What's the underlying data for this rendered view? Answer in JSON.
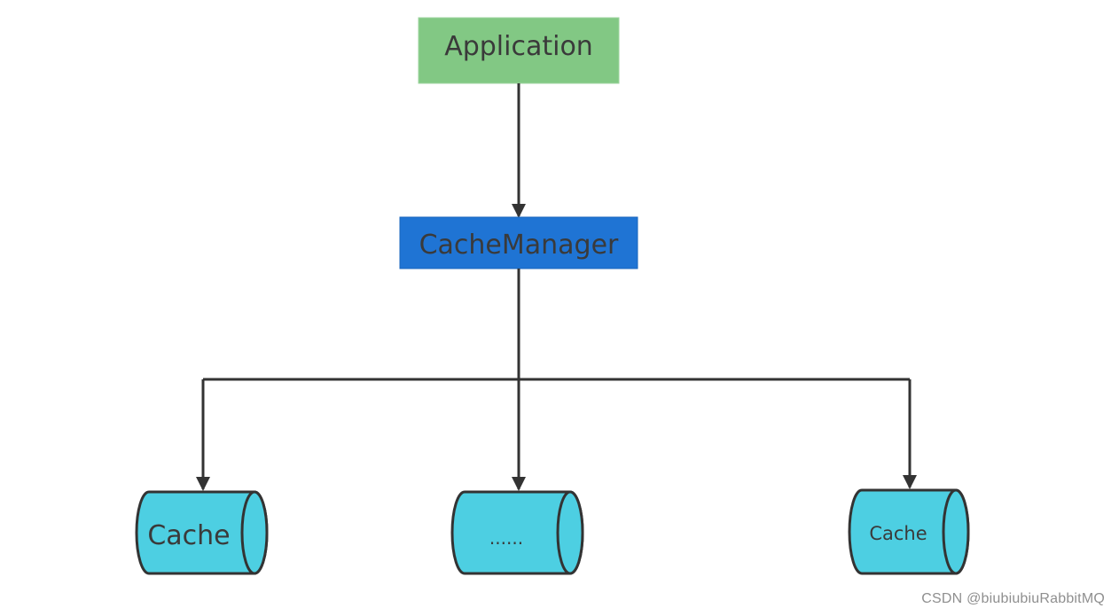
{
  "nodes": {
    "application": {
      "label": "Application",
      "color": "#82c884"
    },
    "cache_manager": {
      "label": "CacheManager",
      "color": "#1f74d4"
    },
    "caches": [
      {
        "label": "Cache"
      },
      {
        "label": "......"
      },
      {
        "label": "Cache"
      }
    ],
    "cache_color": "#4dcfe2",
    "stroke_color": "#333333"
  },
  "watermark": "CSDN @biubiubiuRabbitMQ"
}
